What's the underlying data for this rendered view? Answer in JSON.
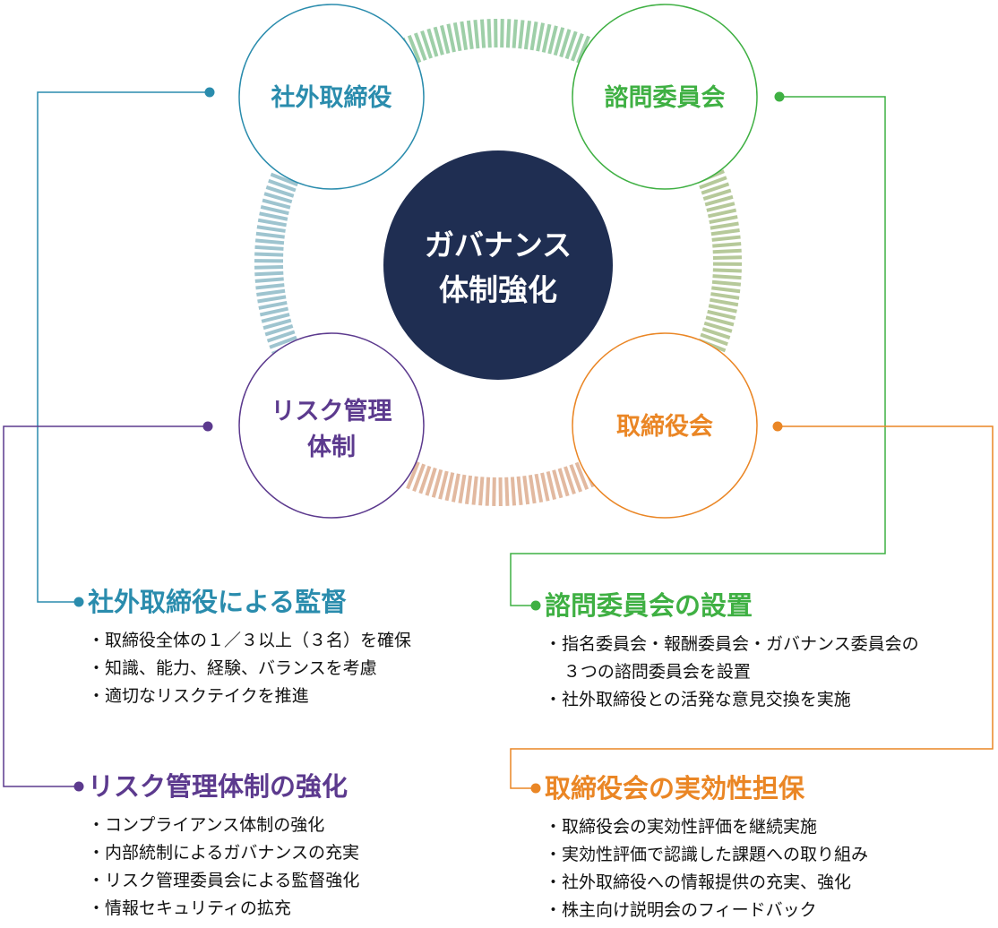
{
  "colors": {
    "blue": "#2a8cad",
    "green": "#3fb043",
    "purple": "#5c3a8e",
    "orange": "#ea8625",
    "navy": "#1f2e52",
    "tick_blue": "#9ec4cf",
    "tick_green": "#9ecfa8",
    "tick_olive": "#b6c99a",
    "tick_peach": "#e2b9a0"
  },
  "center": {
    "line1": "ガバナンス",
    "line2": "体制強化"
  },
  "nodes": {
    "top_left": {
      "label": "社外取締役"
    },
    "top_right": {
      "label": "諮問委員会"
    },
    "bottom_left": {
      "line1": "リスク管理",
      "line2": "体制"
    },
    "bottom_right": {
      "label": "取締役会"
    }
  },
  "sections": {
    "supervision": {
      "title": "社外取締役による監督",
      "items": [
        "・取締役全体の１／３以上（３名）を確保",
        "・知識、能力、経験、バランスを考慮",
        "・適切なリスクテイクを推進"
      ]
    },
    "advisory": {
      "title": "諮問委員会の設置",
      "items": [
        "・指名委員会・報酬委員会・ガバナンス委員会の",
        "３つの諮問委員会を設置",
        "・社外取締役との活発な意見交換を実施"
      ]
    },
    "risk": {
      "title": "リスク管理体制の強化",
      "items": [
        "・コンプライアンス体制の強化",
        "・内部統制によるガバナンスの充実",
        "・リスク管理委員会による監督強化",
        "・情報セキュリティの拡充"
      ]
    },
    "board": {
      "title": "取締役会の実効性担保",
      "items": [
        "・取締役会の実効性評価を継続実施",
        "・実効性評価で認識した課題への取り組み",
        "・社外取締役への情報提供の充実、強化",
        "・株主向け説明会のフィードバック"
      ]
    }
  }
}
